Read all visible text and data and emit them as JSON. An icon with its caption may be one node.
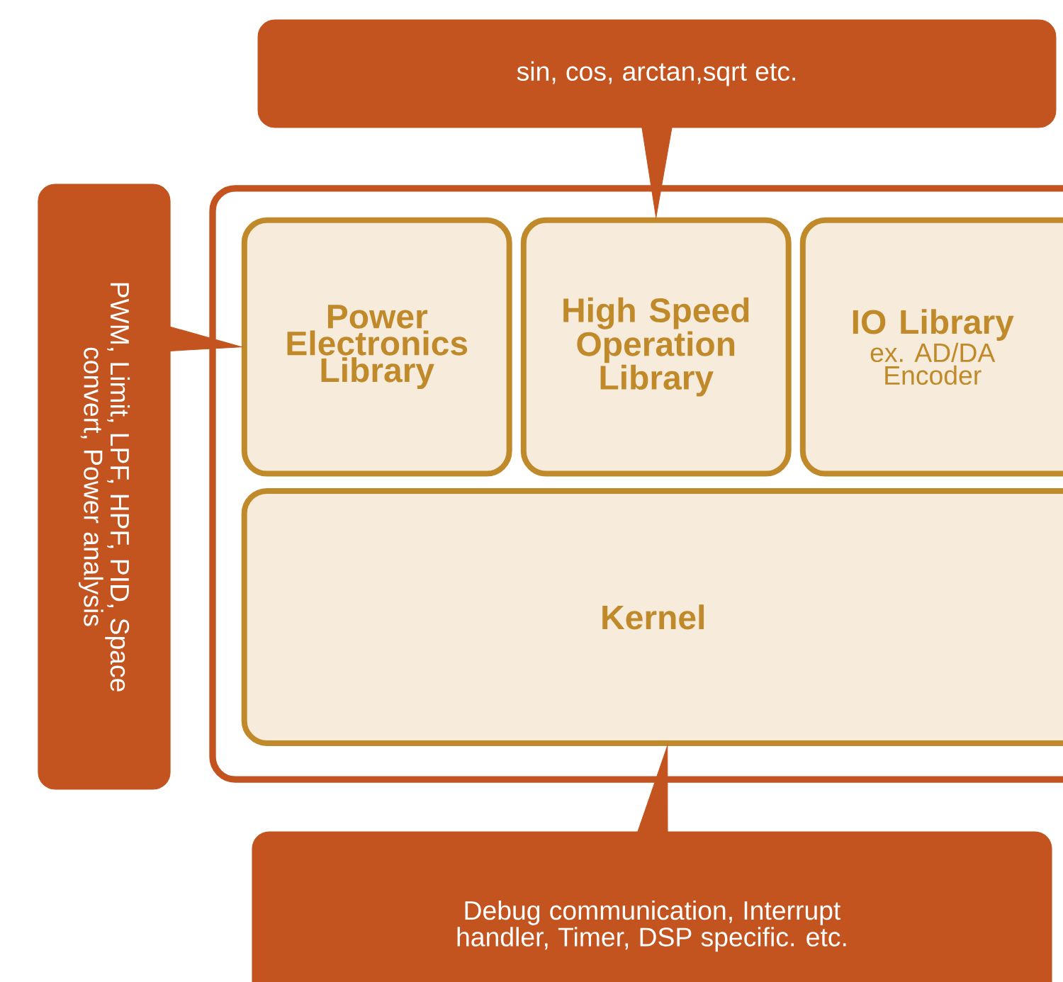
{
  "diagram": {
    "nodes": [
      {
        "text": [],
        "shape": "box"
      },
      {
        "text": [
          "Power Electronics Library"
        ],
        "in": 0
      },
      {
        "text": [
          "High Speed Operation Library"
        ],
        "in": 0
      },
      {
        "text": [
          "IO Library",
          "ex. AD/DA Encoder"
        ],
        "in": 0
      },
      {
        "text": [
          "Kernel"
        ],
        "in": 0
      },
      {
        "text": [
          "sin, cos, arctan,sqrt etc."
        ]
      },
      {
        "text": [
          "PWM, Limit, LPF, HPF, PID, Space convert, Power analysis"
        ]
      },
      {
        "text": [
          "Debug communication, Interrupt handler, Timer, DSP specific. etc."
        ]
      }
    ],
    "edges": [
      {
        "from": 5,
        "to": 2,
        "arrow": "to"
      },
      {
        "from": 6,
        "to": 1,
        "arrow": "to"
      },
      {
        "from": 7,
        "to": 4,
        "arrow": "to"
      }
    ]
  }
}
